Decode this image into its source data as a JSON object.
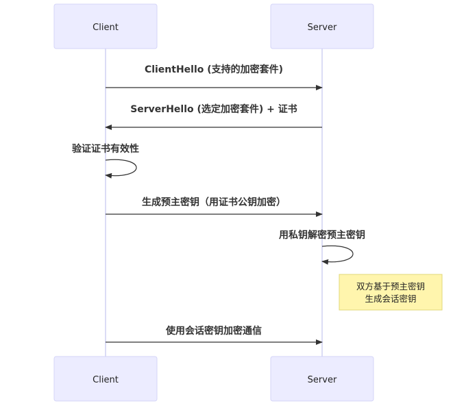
{
  "participants": {
    "client": "Client",
    "server": "Server"
  },
  "messages": [
    {
      "from": "client",
      "to": "server",
      "text": "ClientHello (支持的加密套件)"
    },
    {
      "from": "server",
      "to": "client",
      "text": "ServerHello (选定加密套件) + 证书"
    },
    {
      "from": "client",
      "to": "client",
      "text": "验证证书有效性"
    },
    {
      "from": "client",
      "to": "server",
      "text": "生成预主密钥（用证书公钥加密）"
    },
    {
      "from": "server",
      "to": "server",
      "text": "用私钥解密预主密钥"
    },
    {
      "from": "client",
      "to": "server",
      "text": "使用会话密钥加密通信"
    }
  ],
  "note": {
    "over": "server",
    "line1": "双方基于预主密钥",
    "line2": "生成会话密钥"
  },
  "colors": {
    "actor_fill": "#ececff",
    "actor_border": "#d4d4f7",
    "lifeline": "#cfd0f3",
    "note_fill": "#fff5ad",
    "note_border": "#e0d87a",
    "line": "#333333"
  }
}
